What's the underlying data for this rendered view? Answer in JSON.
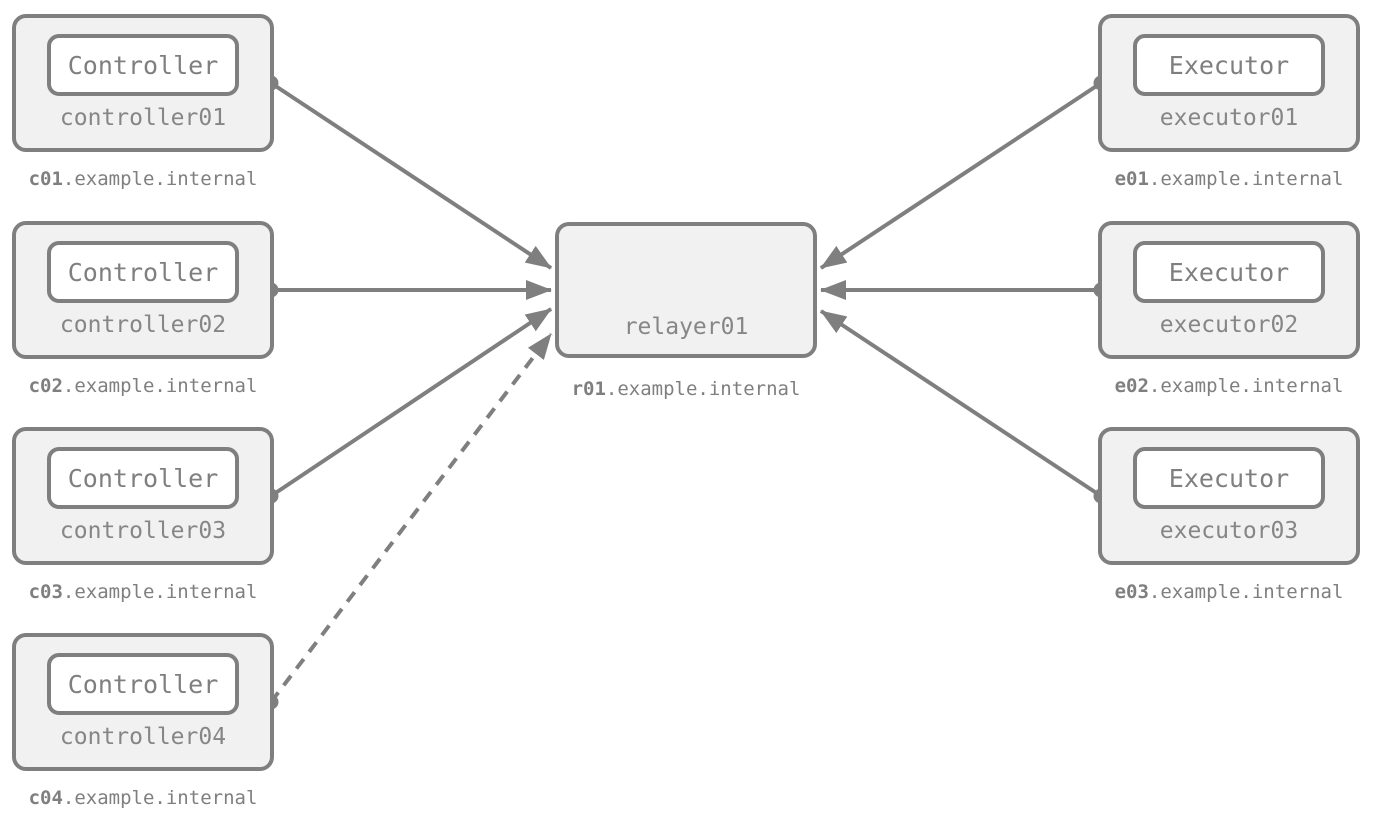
{
  "diagram": {
    "description": "Controllers and executors connected to a central relayer",
    "colors": {
      "stroke": "#7f7f7f",
      "node_fill": "#f1f1f2",
      "inner_fill": "#ffffff",
      "name_text": "#868686",
      "background": "#ffffff"
    },
    "nodes": {
      "controllers": [
        {
          "title": "Controller",
          "name": "controller01",
          "host_bold": "c01",
          "host_rest": ".example.internal"
        },
        {
          "title": "Controller",
          "name": "controller02",
          "host_bold": "c02",
          "host_rest": ".example.internal"
        },
        {
          "title": "Controller",
          "name": "controller03",
          "host_bold": "c03",
          "host_rest": ".example.internal"
        },
        {
          "title": "Controller",
          "name": "controller04",
          "host_bold": "c04",
          "host_rest": ".example.internal"
        }
      ],
      "relayer": {
        "name": "relayer01",
        "host_bold": "r01",
        "host_rest": ".example.internal"
      },
      "executors": [
        {
          "title": "Executor",
          "name": "executor01",
          "host_bold": "e01",
          "host_rest": ".example.internal"
        },
        {
          "title": "Executor",
          "name": "executor02",
          "host_bold": "e02",
          "host_rest": ".example.internal"
        },
        {
          "title": "Executor",
          "name": "executor03",
          "host_bold": "e03",
          "host_rest": ".example.internal"
        }
      ]
    },
    "edges": [
      {
        "from": "controller01",
        "to": "relayer01",
        "style": "solid",
        "arrow": "into-relayer"
      },
      {
        "from": "controller02",
        "to": "relayer01",
        "style": "solid",
        "arrow": "into-relayer"
      },
      {
        "from": "controller03",
        "to": "relayer01",
        "style": "solid",
        "arrow": "into-relayer"
      },
      {
        "from": "controller04",
        "to": "relayer01",
        "style": "dashed",
        "arrow": "into-relayer"
      },
      {
        "from": "executor01",
        "to": "relayer01",
        "style": "solid",
        "arrow": "into-relayer"
      },
      {
        "from": "executor02",
        "to": "relayer01",
        "style": "solid",
        "arrow": "into-relayer"
      },
      {
        "from": "executor03",
        "to": "relayer01",
        "style": "solid",
        "arrow": "into-relayer"
      }
    ]
  }
}
